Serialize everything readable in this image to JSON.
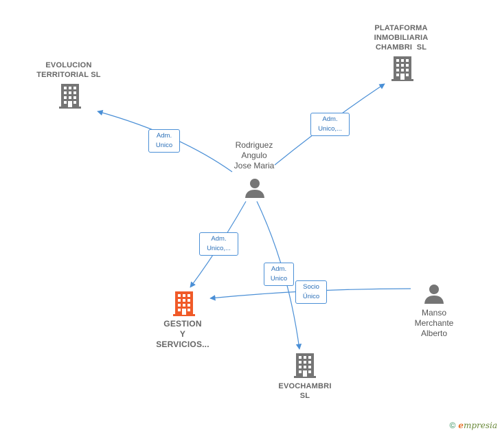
{
  "nodes": {
    "evolucion": {
      "label_lines": [
        "EVOLUCION",
        "TERRITORIAL SL"
      ],
      "type": "company",
      "color": "#757575"
    },
    "plataforma": {
      "label_lines": [
        "PLATAFORMA",
        "INMOBILIARIA",
        "CHAMBRI  SL"
      ],
      "type": "company",
      "color": "#757575"
    },
    "gestion": {
      "label_lines": [
        "GESTION",
        "Y",
        "SERVICIOS..."
      ],
      "type": "company",
      "color": "#f05a28"
    },
    "evochambri": {
      "label_lines": [
        "EVOCHAMBRI",
        "SL"
      ],
      "type": "company",
      "color": "#757575"
    },
    "rodriguez": {
      "label_lines": [
        "Rodriguez",
        "Angulo",
        "Jose Maria"
      ],
      "type": "person",
      "color": "#757575"
    },
    "manso": {
      "label_lines": [
        "Manso",
        "Merchante",
        "Alberto"
      ],
      "type": "person",
      "color": "#757575"
    }
  },
  "edges": [
    {
      "id": "rod-evolucion",
      "label_lines": [
        "Adm.",
        "Unico"
      ]
    },
    {
      "id": "rod-plataforma",
      "label_lines": [
        "Adm.",
        "Unico,..."
      ]
    },
    {
      "id": "rod-gestion",
      "label_lines": [
        "Adm.",
        "Unico,..."
      ]
    },
    {
      "id": "rod-evochambri",
      "label_lines": [
        "Adm.",
        "Unico"
      ]
    },
    {
      "id": "manso-gestion",
      "label_lines": [
        "Socio",
        "Único"
      ]
    }
  ],
  "colors": {
    "edge": "#4a8fd6",
    "edge_text": "#2a6fb8",
    "brand_e": "#e8742b"
  },
  "footer": {
    "copyright": "©",
    "brand_initial": "e",
    "brand_rest": "mpresia"
  }
}
